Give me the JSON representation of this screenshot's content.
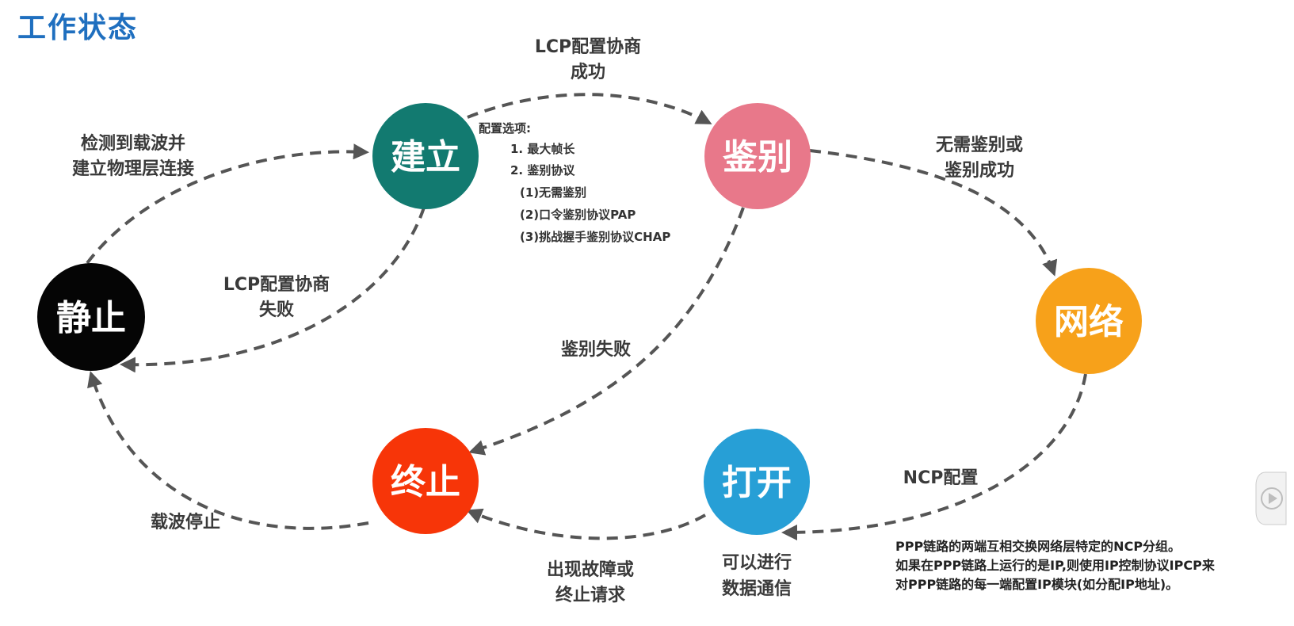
{
  "title": "工作状态",
  "nodes": {
    "jingzhi": {
      "label": "静止",
      "color": "#050505"
    },
    "jianli": {
      "label": "建立",
      "color": "#127a70"
    },
    "jianbie": {
      "label": "鉴别",
      "color": "#e8788a"
    },
    "wangluo": {
      "label": "网络",
      "color": "#f7a11a"
    },
    "dakai": {
      "label": "打开",
      "color": "#279fd6"
    },
    "zhongzhi": {
      "label": "终止",
      "color": "#f73508"
    }
  },
  "edges": {
    "e1": {
      "line1": "检测到载波并",
      "line2": "建立物理层连接"
    },
    "e2": {
      "line1": "LCP配置协商",
      "line2": "成功"
    },
    "e3": {
      "line1": "LCP配置协商",
      "line2": "失败"
    },
    "e4": {
      "line1": "无需鉴别或",
      "line2": "鉴别成功"
    },
    "e5": {
      "line1": "鉴别失败"
    },
    "e6": {
      "line1": "NCP配置"
    },
    "e7": {
      "line1": "出现故障或",
      "line2": "终止请求"
    },
    "e8": {
      "line1": "载波停止"
    }
  },
  "config_options": {
    "heading": "配置选项:",
    "item1": "1. 最大帧长",
    "item2": "2. 鉴别协议",
    "sub1": "(1)无需鉴别",
    "sub2": "(2)口令鉴别协议PAP",
    "sub3": "(3)挑战握手鉴别协议CHAP"
  },
  "open_caption": {
    "line1": "可以进行",
    "line2": "数据通信"
  },
  "ncp_note": {
    "line1": "PPP链路的两端互相交换网络层特定的NCP分组。",
    "line2": "如果在PPP链路上运行的是IP,则使用IP控制协议IPCP来",
    "line3": "对PPP链路的每一端配置IP模块(如分配IP地址)。"
  },
  "colors": {
    "title": "#1f6fbf",
    "arrow": "#555555"
  },
  "icons": {
    "play": "play-icon"
  }
}
